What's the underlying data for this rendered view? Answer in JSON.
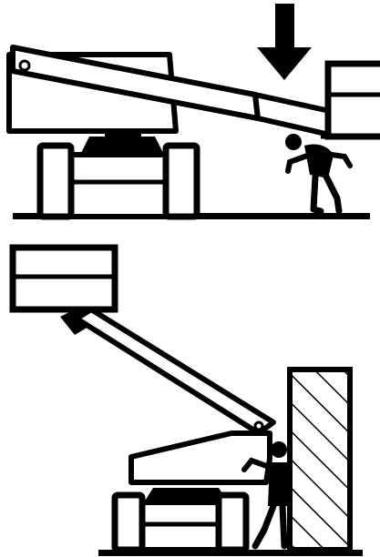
{
  "figure": {
    "panels": [
      {
        "id": "crush-hazard-boom-lowering",
        "elements": [
          "aerial-boom-lift",
          "work-platform",
          "down-arrow",
          "worker-crouching",
          "ground-line"
        ]
      },
      {
        "id": "crush-hazard-wall",
        "elements": [
          "aerial-boom-lift",
          "work-platform",
          "wall-hatched",
          "worker-pinned",
          "ground-line"
        ]
      }
    ],
    "colors": {
      "ink": "#000000",
      "paper": "#ffffff"
    }
  }
}
